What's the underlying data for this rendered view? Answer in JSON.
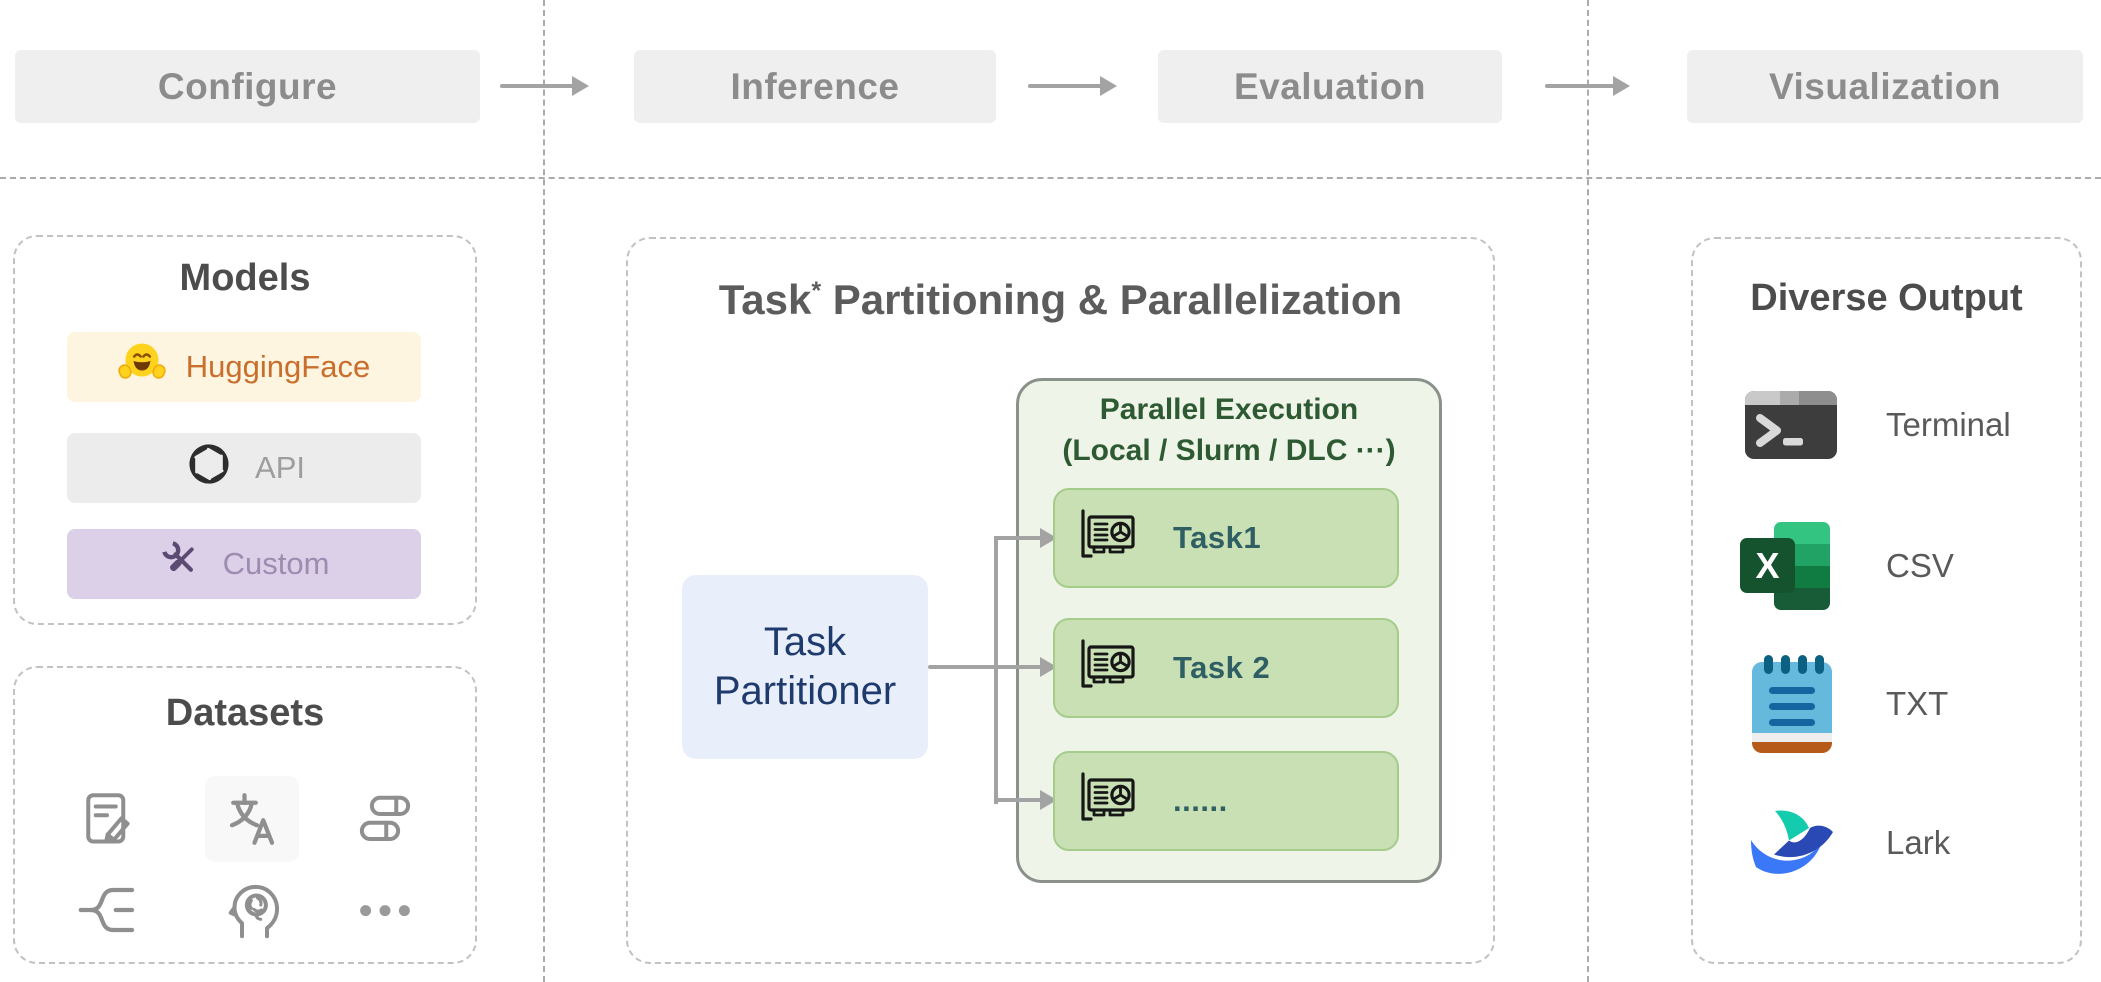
{
  "pipeline": {
    "stages": [
      {
        "label": "Configure"
      },
      {
        "label": "Inference"
      },
      {
        "label": "Evaluation"
      },
      {
        "label": "Visualization"
      }
    ]
  },
  "models_panel": {
    "title": "Models",
    "items": [
      {
        "label": "HuggingFace",
        "icon": "huggingface-icon"
      },
      {
        "label": "API",
        "icon": "openai-icon"
      },
      {
        "label": "Custom",
        "icon": "tools-icon"
      }
    ]
  },
  "datasets_panel": {
    "title": "Datasets",
    "icons": [
      "document-edit-icon",
      "translate-icon",
      "books-icon",
      "list-tree-icon",
      "knowledge-icon",
      "ellipsis-icon"
    ]
  },
  "partition_panel": {
    "title": {
      "pre": "Task",
      "sup": "*",
      "post": " Partitioning & Parallelization"
    },
    "partitioner": {
      "line1": "Task",
      "line2": "Partitioner"
    },
    "parallel_box": {
      "title_line1": "Parallel Execution",
      "title_line2": "(Local / Slurm / DLC ···)",
      "tasks": [
        {
          "label": "Task1",
          "icon": "gpu-icon"
        },
        {
          "label": "Task 2",
          "icon": "gpu-icon"
        },
        {
          "label": "......",
          "icon": "gpu-icon"
        }
      ]
    }
  },
  "output_panel": {
    "title": "Diverse Output",
    "items": [
      {
        "label": "Terminal",
        "icon": "terminal-icon"
      },
      {
        "label": "CSV",
        "icon": "excel-icon",
        "icon_letter": "X"
      },
      {
        "label": "TXT",
        "icon": "notepad-icon"
      },
      {
        "label": "Lark",
        "icon": "lark-icon"
      }
    ]
  },
  "colors": {
    "stage_box_bg": "#efefef",
    "stage_text": "#8c8c8c",
    "arrow": "#a3a3a3",
    "panel_border": "#c2c2c2",
    "panel_title": "#4c4c4c",
    "huggingface_bg": "#fdf5df",
    "huggingface_text": "#c96e2c",
    "api_bg": "#ececec",
    "api_text": "#9d9d9d",
    "custom_bg": "#dcd0e8",
    "custom_text": "#9d8bb0",
    "partitioner_bg": "#e8effa",
    "partitioner_text": "#1f3b6d",
    "parallel_bg": "#eef4e8",
    "parallel_border": "#8a918a",
    "parallel_title": "#2e5a33",
    "task_bg": "#c8e0b4",
    "task_border": "#a6cc8b",
    "task_text": "#2f5f63",
    "output_label": "#5a5a5a"
  }
}
